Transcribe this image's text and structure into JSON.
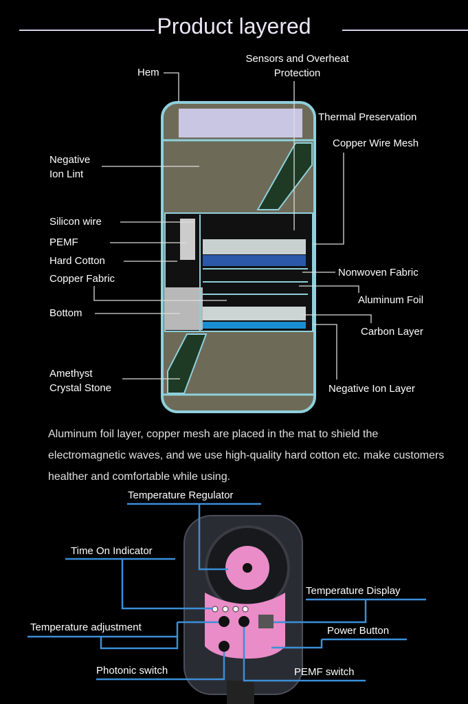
{
  "title": "Product layered",
  "layers_left": {
    "hem": "Hem",
    "negative_ion_lint": "Negative Ion Lint",
    "silicon_wire": "Silicon wire",
    "pemf": "PEMF",
    "hard_cotton": "Hard Cotton",
    "copper_fabric": "Copper Fabric",
    "bottom": "Bottom",
    "amethyst": "Amethyst Crystal Stone"
  },
  "layers_right": {
    "sensors": "Sensors and Overheat Protection",
    "thermal": "Thermal Preservation",
    "copper_mesh": "Copper  Wire Mesh",
    "nonwoven": "Nonwoven  Fabric",
    "aluminum": "Aluminum Foil",
    "carbon": "Carbon Layer",
    "negative_ion_layer": "Negative Ion Layer"
  },
  "description": "Aluminum foil layer, copper mesh are placed in the mat to shield the electromagnetic waves, and we use high-quality hard cotton etc. make customers healther and comfortable while using.",
  "controller": {
    "temp_regulator": "Temperature Regulator",
    "time_on": "Time On Indicator",
    "temp_display": "Temperature Display",
    "temp_adjust": "Temperature adjustment",
    "power": "Power Button",
    "photonic": "Photonic switch",
    "pemf_switch": "PEMF switch"
  },
  "colors": {
    "accent_blue": "#3b8fd8",
    "mat_border": "#8fd0dc",
    "pink": "#e98cc7"
  }
}
